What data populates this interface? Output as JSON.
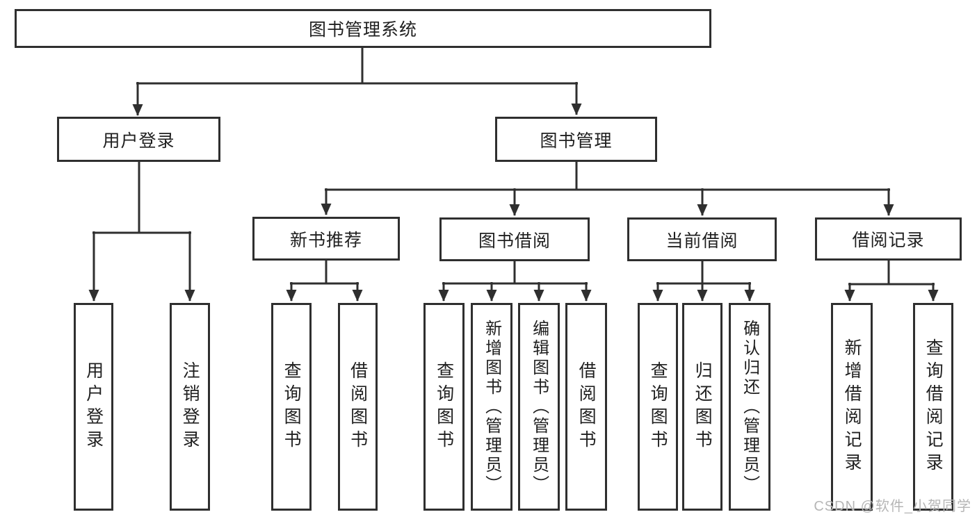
{
  "tree": {
    "label": "图书管理系统",
    "children": [
      {
        "label": "用户登录",
        "children": [
          {
            "label": "用户登录"
          },
          {
            "label": "注销登录"
          }
        ]
      },
      {
        "label": "图书管理",
        "children": [
          {
            "label": "新书推荐",
            "children": [
              {
                "label": "查询图书"
              },
              {
                "label": "借阅图书"
              }
            ]
          },
          {
            "label": "图书借阅",
            "children": [
              {
                "label": "查询图书"
              },
              {
                "label": "新增图书（管理员）"
              },
              {
                "label": "编辑图书（管理员）"
              },
              {
                "label": "借阅图书"
              }
            ]
          },
          {
            "label": "当前借阅",
            "children": [
              {
                "label": "查询图书"
              },
              {
                "label": "归还图书"
              },
              {
                "label": "确认归还（管理员）"
              }
            ]
          },
          {
            "label": "借阅记录",
            "children": [
              {
                "label": "新增借阅记录"
              },
              {
                "label": "查询借阅记录"
              }
            ]
          }
        ]
      }
    ]
  },
  "watermark": {
    "text": "CSDN @软件_小贺同学"
  },
  "colors": {
    "line": "#2f2f2f",
    "box_border": "#2f2f2f",
    "text": "#1f1f1f",
    "background": "#ffffff",
    "watermark": "#b6b6b6"
  }
}
